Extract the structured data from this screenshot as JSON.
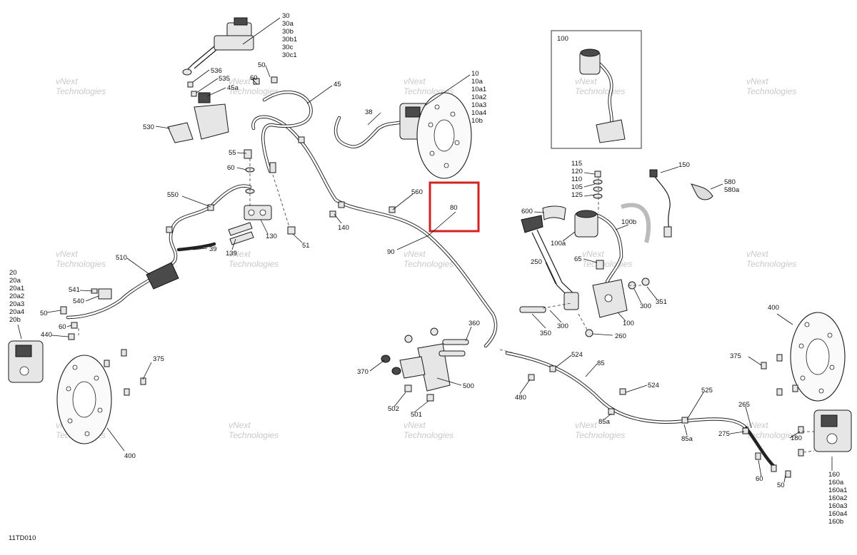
{
  "diagram": {
    "code": "11TD010",
    "watermark_line1": "vNext",
    "watermark_line2": "Technologies",
    "inset_label": "100",
    "highlight_label": "80",
    "callouts": {
      "c30": "30",
      "c30a": "30a",
      "c30b": "30b",
      "c30b1": "30b1",
      "c30c": "30c",
      "c30c1": "30c1",
      "c536": "536",
      "c535": "535",
      "c45a": "45a",
      "c530": "530",
      "c50_top": "50",
      "c60_top": "60",
      "c45": "45",
      "c55": "55",
      "c60_mid": "60",
      "c550": "550",
      "c130": "130",
      "c139": "139",
      "c51": "51",
      "c39": "39",
      "c510": "510",
      "c541": "541",
      "c540": "540",
      "c50_left": "50",
      "c60_left": "60",
      "c440": "440",
      "c375_left": "375",
      "c400_left": "400",
      "c20": "20",
      "c20a": "20a",
      "c20a1": "20a1",
      "c20a2": "20a2",
      "c20a3": "20a3",
      "c20a4": "20a4",
      "c20b": "20b",
      "c38": "38",
      "c10": "10",
      "c10a": "10a",
      "c10a1": "10a1",
      "c10a2": "10a2",
      "c10a3": "10a3",
      "c10a4": "10a4",
      "c10b": "10b",
      "c140": "140",
      "c560": "560",
      "c90": "90",
      "c115": "115",
      "c120": "120",
      "c110": "110",
      "c105": "105",
      "c125": "125",
      "c150": "150",
      "c580": "580",
      "c580a": "580a",
      "c600": "600",
      "c100a": "100a",
      "c100b": "100b",
      "c65": "65",
      "c250": "250",
      "c300_a": "300",
      "c351": "351",
      "c100": "100",
      "c350": "350",
      "c300_b": "300",
      "c260": "260",
      "c360": "360",
      "c370": "370",
      "c500": "500",
      "c502": "502",
      "c501": "501",
      "c524_a": "524",
      "c85": "85",
      "c524_b": "524",
      "c480": "480",
      "c85a_a": "85a",
      "c525": "525",
      "c85a_b": "85a",
      "c265": "265",
      "c275": "275",
      "c180": "180",
      "c60_right": "60",
      "c50_right": "50",
      "c400_right": "400",
      "c375_right": "375",
      "c160": "160",
      "c160a": "160a",
      "c160a1": "160a1",
      "c160a2": "160a2",
      "c160a3": "160a3",
      "c160a4": "160a4",
      "c160b": "160b"
    },
    "colors": {
      "highlight": "#d62020",
      "line": "#1a1a1a",
      "watermark": "#c9c9c9"
    }
  }
}
